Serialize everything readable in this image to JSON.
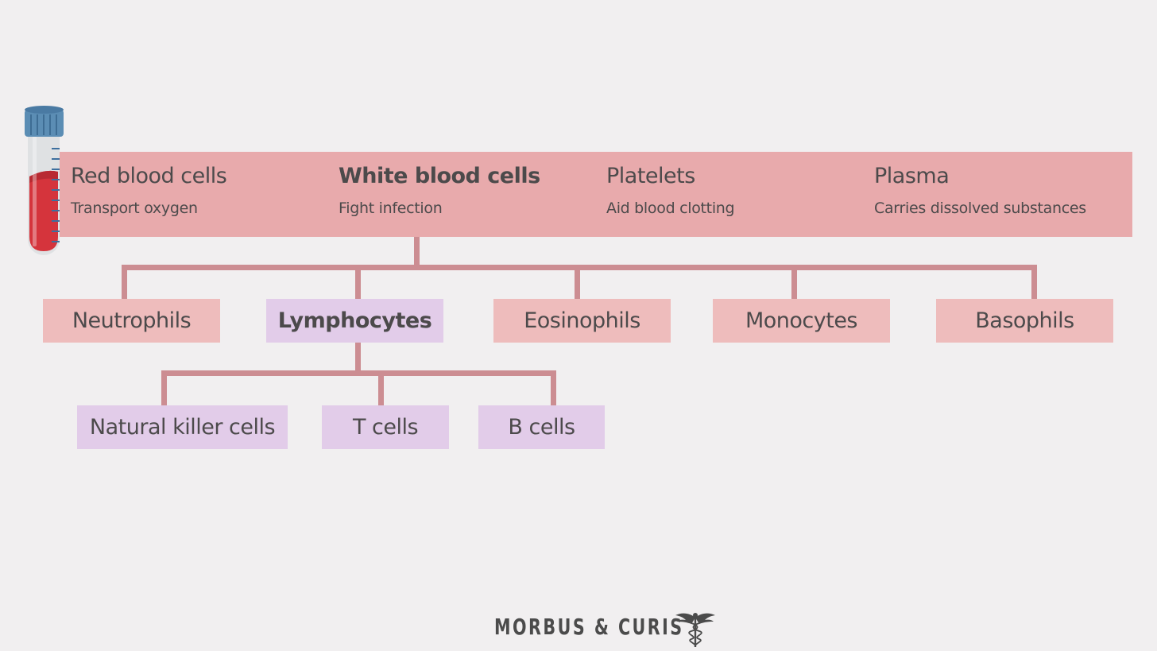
{
  "components": [
    {
      "title": "Red blood cells",
      "subtitle": "Transport oxygen",
      "bold": false
    },
    {
      "title": "White blood cells",
      "subtitle": "Fight infection",
      "bold": true
    },
    {
      "title": "Platelets",
      "subtitle": "Aid blood clotting",
      "bold": false
    },
    {
      "title": "Plasma",
      "subtitle": "Carries dissolved substances",
      "bold": false
    }
  ],
  "white_blood_cells": [
    "Neutrophils",
    "Lymphocytes",
    "Eosinophils",
    "Monocytes",
    "Basophils"
  ],
  "lymphocytes": [
    "Natural killer cells",
    "T cells",
    "B cells"
  ],
  "footer": {
    "brand": "MORBUS & CURIS"
  },
  "icons": {
    "tube": "blood-tube-icon",
    "logo": "caduceus-icon"
  },
  "colors": {
    "background": "#f1eff0",
    "band": "#e8aaac",
    "box_pink": "#eebcbc",
    "box_lilac": "#e2cce9",
    "connector": "#cc8d92",
    "text": "#4c4a4b"
  }
}
